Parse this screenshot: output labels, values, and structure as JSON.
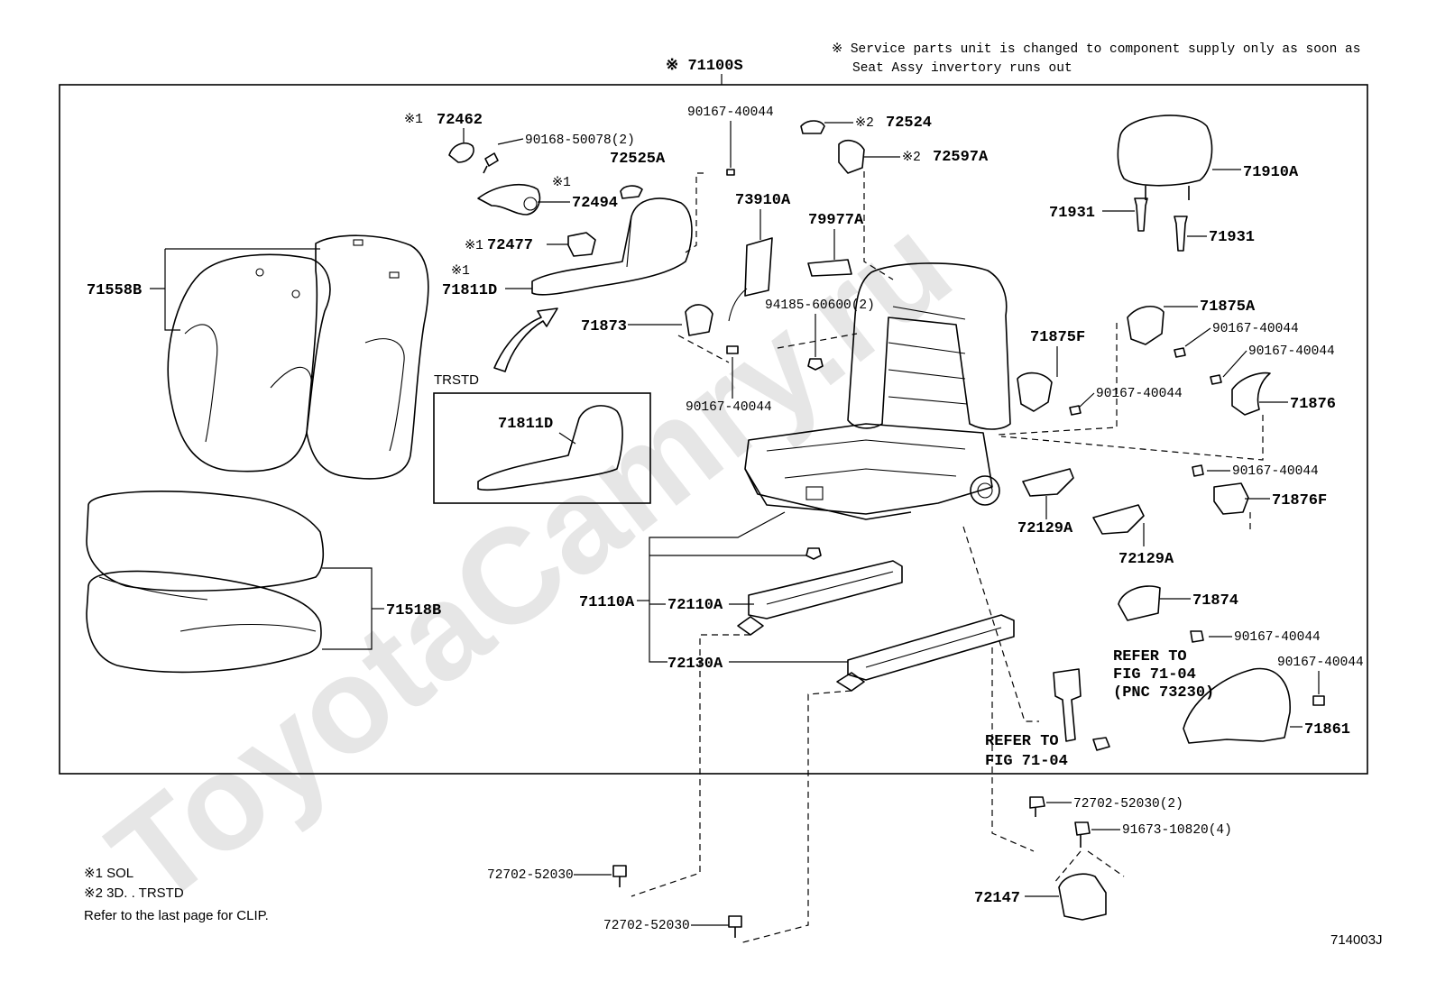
{
  "watermark": "ToyotaCamry.ru",
  "header": {
    "assembly": "※ 71100S",
    "note_line1": "※ Service parts unit is changed to component supply only as soon as",
    "note_line2": "Seat Assy invertory runs out"
  },
  "inset_label": "TRSTD",
  "parts": {
    "p72462": "72462",
    "p72462_mark": "※1",
    "p90168": "90168-50078(2)",
    "p72525A": "72525A",
    "p72494": "72494",
    "p72494_mark": "※1",
    "p72477": "72477",
    "p72477_mark": "※1",
    "p71811D": "71811D",
    "p71811D_mark": "※1",
    "p71811D_inset": "71811D",
    "p71558B": "71558B",
    "p71518B": "71518B",
    "p90167_top": "90167-40044",
    "p72524": "72524",
    "p72524_mark": "※2",
    "p72597A": "72597A",
    "p72597A_mark": "※2",
    "p73910A": "73910A",
    "p79977A": "79977A",
    "p94185": "94185-60600(2)",
    "p71873": "71873",
    "p90167_left": "90167-40044",
    "p71910A": "71910A",
    "p71931_a": "71931",
    "p71931_b": "71931",
    "p71875A": "71875A",
    "p90167_r1": "90167-40044",
    "p90167_r2": "90167-40044",
    "p71876": "71876",
    "p71875F": "71875F",
    "p90167_r3": "90167-40044",
    "p90167_r4": "90167-40044",
    "p71876F": "71876F",
    "p72129A_a": "72129A",
    "p72129A_b": "72129A",
    "p71110A": "71110A",
    "p72110A": "72110A",
    "p72130A": "72130A",
    "p71874": "71874",
    "p90167_r5": "90167-40044",
    "p90167_r6": "90167-40044",
    "p71861": "71861",
    "refer1_l1": "REFER TO",
    "refer1_l2": "FIG 71-04",
    "refer1_l3": "(PNC 73230)",
    "refer2_l1": "REFER TO",
    "refer2_l2": "FIG 71-04",
    "p72702_a": "72702-52030(2)",
    "p91673": "91673-10820(4)",
    "p72147": "72147",
    "p72702_b": "72702-52030",
    "p72702_c": "72702-52030"
  },
  "legend": {
    "line1": "※1  SOL",
    "line2": "※2  3D. . TRSTD",
    "line3": "Refer to the last page for CLIP."
  },
  "figure_code": "714003J"
}
